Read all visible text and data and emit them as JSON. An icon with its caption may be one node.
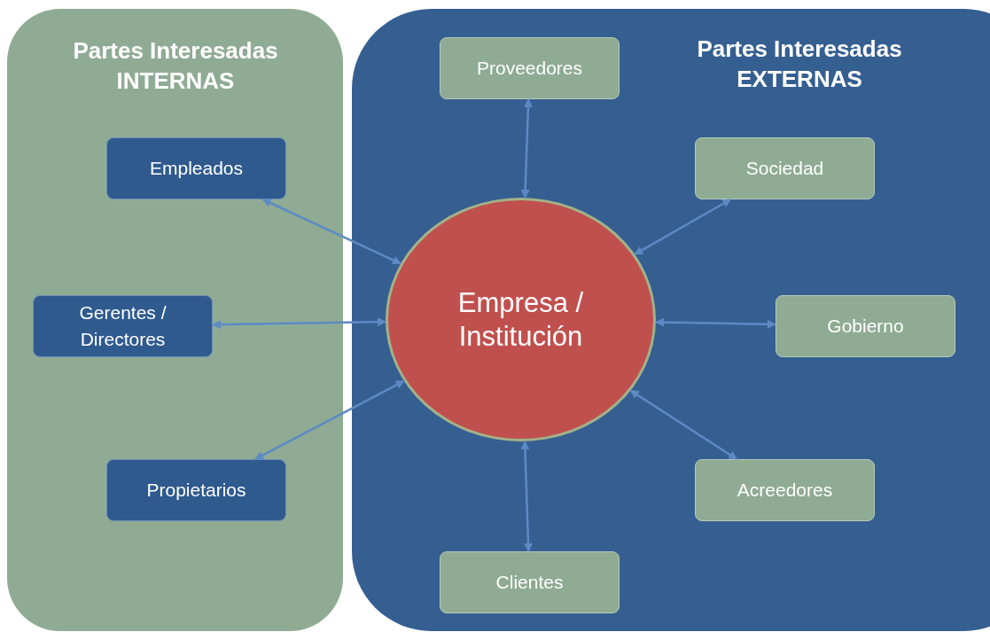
{
  "diagram": {
    "nodes": [
      {
        "text": [
          "Partes Interesadas INTERNAS"
        ]
      },
      {
        "text": [
          "Partes Interesadas EXTERNAS"
        ]
      },
      {
        "text": [
          "Empleados"
        ],
        "in": 0
      },
      {
        "text": [
          "Gerentes / Directores"
        ],
        "in": 0
      },
      {
        "text": [
          "Propietarios"
        ],
        "in": 0
      },
      {
        "text": [
          "Proveedores"
        ],
        "in": 1
      },
      {
        "text": [
          "Sociedad"
        ],
        "in": 1
      },
      {
        "text": [
          "Gobierno"
        ],
        "in": 1
      },
      {
        "text": [
          "Acreedores"
        ],
        "in": 1
      },
      {
        "text": [
          "Clientes"
        ],
        "in": 1
      },
      {
        "text": [
          "Empresa / Institución"
        ],
        "in": 1
      }
    ],
    "edges": [
      {
        "from": 10,
        "to": 2,
        "arrow": "both"
      },
      {
        "from": 10,
        "to": 3,
        "arrow": "both"
      },
      {
        "from": 10,
        "to": 4,
        "arrow": "both"
      },
      {
        "from": 10,
        "to": 5,
        "arrow": "both"
      },
      {
        "from": 10,
        "to": 6,
        "arrow": "both"
      },
      {
        "from": 10,
        "to": 7,
        "arrow": "both"
      },
      {
        "from": 10,
        "to": 8,
        "arrow": "both"
      },
      {
        "from": 10,
        "to": 9,
        "arrow": "both"
      }
    ]
  }
}
